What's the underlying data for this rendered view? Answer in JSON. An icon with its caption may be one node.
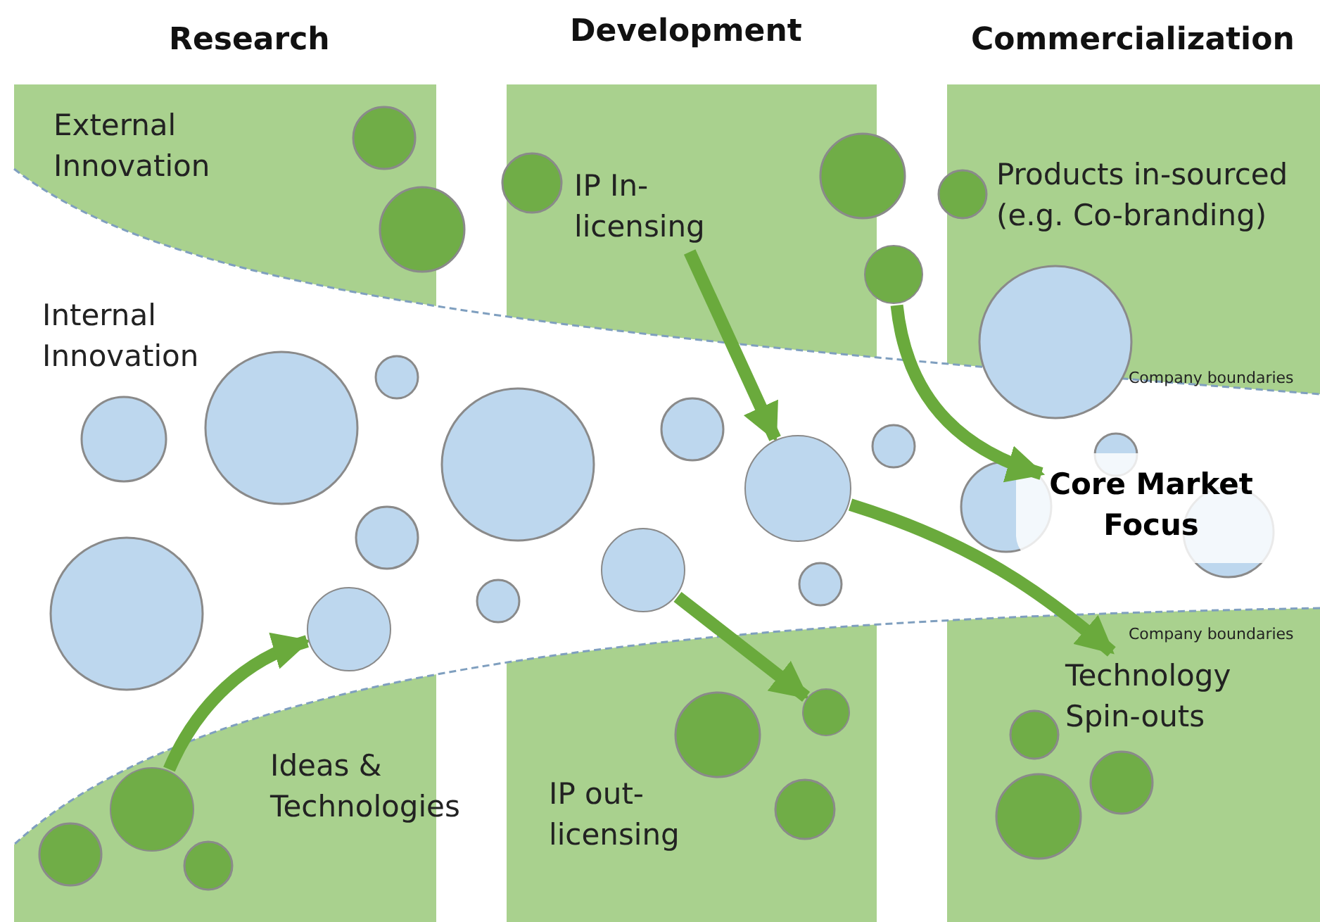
{
  "diagram": {
    "nodes": [
      {
        "text": [
          "IP In-licensing"
        ]
      },
      {
        "text": [],
        "shape": "circle"
      },
      {
        "text": [],
        "shape": "circle"
      },
      {
        "text": [
          "Core Market Focus"
        ]
      },
      {
        "text": [],
        "shape": "circle"
      },
      {
        "text": [],
        "shape": "circle"
      },
      {
        "text": [
          "Technology Spin-outs"
        ]
      },
      {
        "text": [],
        "shape": "circle"
      },
      {
        "text": [],
        "shape": "circle"
      }
    ],
    "edges": [
      {
        "from": 8,
        "to": 5,
        "arrow": "to"
      },
      {
        "from": 0,
        "to": 2,
        "arrow": "to"
      },
      {
        "from": 4,
        "to": 7,
        "arrow": "to"
      },
      {
        "from": 1,
        "to": 3,
        "arrow": "to"
      },
      {
        "from": 2,
        "to": 6,
        "arrow": "to"
      }
    ],
    "labels": [
      "Research",
      "Development",
      "Commercialization",
      "External Innovation",
      "Products in-sourced (e.g. Co-branding)",
      "Internal Innovation",
      "Company boundaries",
      "Company boundaries",
      "Ideas & Technologies",
      "IP out-licensing"
    ]
  }
}
